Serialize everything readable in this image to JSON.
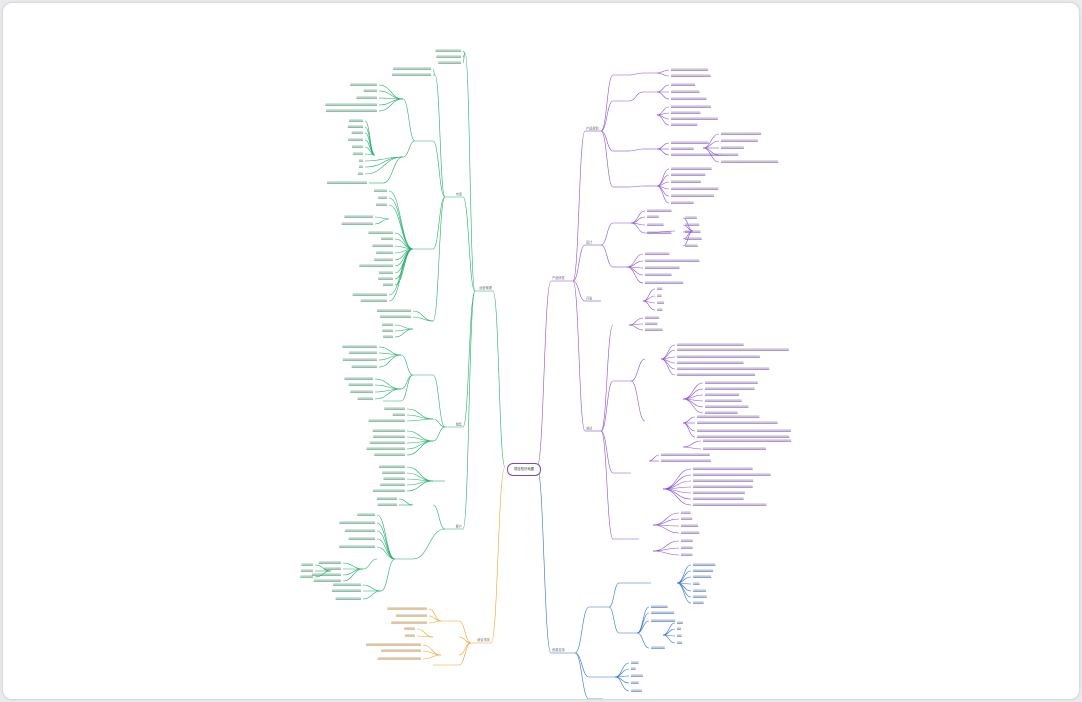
{
  "root_label": "项目知识地图",
  "colors": {
    "purple": "#8a4fdc",
    "green": "#21b06a",
    "orange": "#f2a01e",
    "blue": "#2f6fd6",
    "text": "#6a6a6a"
  },
  "mindmap": {
    "purple_l1": "产品研发",
    "purple_l2": [
      "产品规划",
      "设计",
      "开发",
      "测试"
    ],
    "green_l1": "运营管理",
    "green_l2": [
      "市场",
      "销售",
      "客户"
    ],
    "orange_l1": "综合事务",
    "blue_l1": "资源支持"
  }
}
